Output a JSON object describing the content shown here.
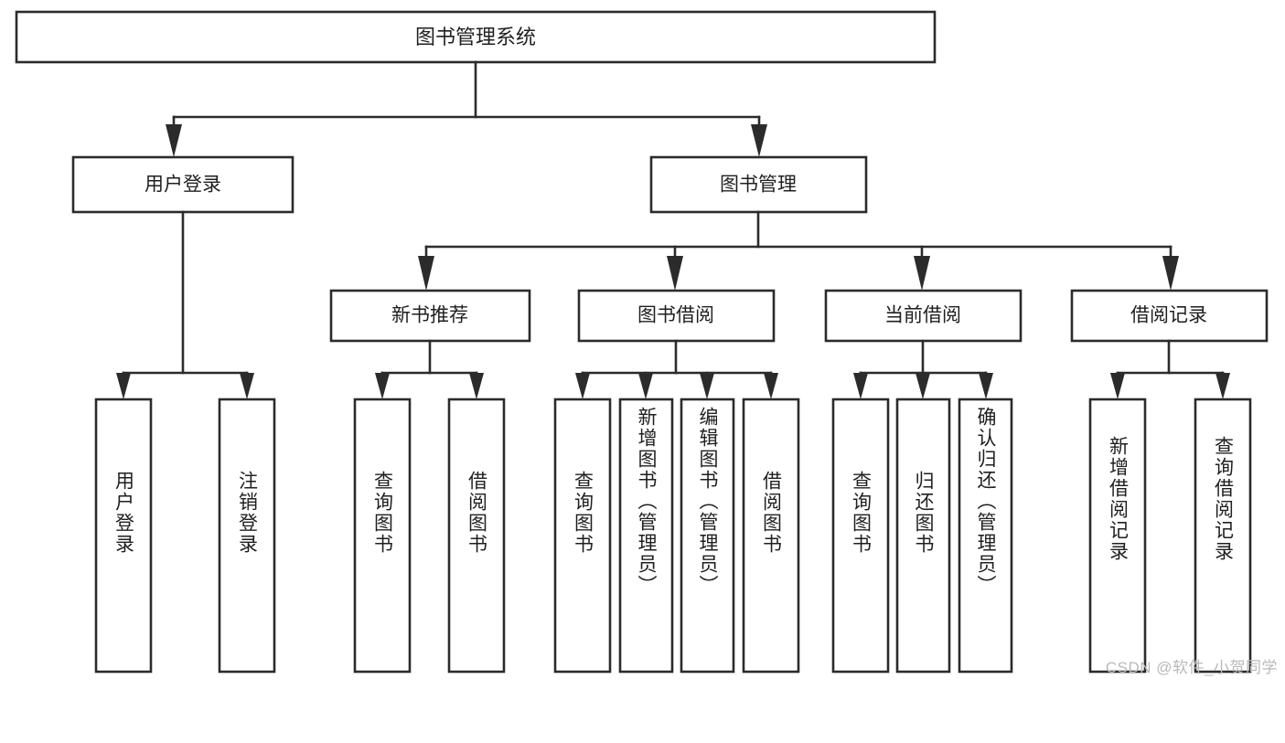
{
  "diagram": {
    "type": "tree-hierarchy-functional-decomposition",
    "title": "图书管理系统",
    "watermark": "CSDN @软件_小贺同学",
    "colors": {
      "background": "#ffffff",
      "stroke": "#2b2b2b",
      "box_fill": "#ffffff",
      "text": "#1f1f1f",
      "watermark_text": "#b9b9b9"
    },
    "levels": {
      "root": {
        "label": "图书管理系统"
      },
      "level2": [
        {
          "id": "user-login",
          "label": "用户登录"
        },
        {
          "id": "book-management",
          "label": "图书管理"
        }
      ],
      "level3": [
        {
          "id": "new-book-recommend",
          "label": "新书推荐",
          "parent": "book-management"
        },
        {
          "id": "book-borrow",
          "label": "图书借阅",
          "parent": "book-management"
        },
        {
          "id": "current-borrow",
          "label": "当前借阅",
          "parent": "book-management"
        },
        {
          "id": "borrow-record",
          "label": "借阅记录",
          "parent": "book-management"
        }
      ],
      "leaves": [
        {
          "id": "leaf-user-login",
          "label": "用户登录",
          "parent": "user-login"
        },
        {
          "id": "leaf-logout-login",
          "label": "注销登录",
          "parent": "user-login"
        },
        {
          "id": "leaf-query-book-1",
          "label": "查询图书",
          "parent": "new-book-recommend"
        },
        {
          "id": "leaf-borrow-book-1",
          "label": "借阅图书",
          "parent": "new-book-recommend"
        },
        {
          "id": "leaf-query-book-2",
          "label": "查询图书",
          "parent": "book-borrow"
        },
        {
          "id": "leaf-add-book",
          "label": "新增图书（管理员）",
          "parent": "book-borrow"
        },
        {
          "id": "leaf-edit-book",
          "label": "编辑图书（管理员）",
          "parent": "book-borrow"
        },
        {
          "id": "leaf-borrow-book-2",
          "label": "借阅图书",
          "parent": "book-borrow"
        },
        {
          "id": "leaf-query-book-3",
          "label": "查询图书",
          "parent": "current-borrow"
        },
        {
          "id": "leaf-return-book",
          "label": "归还图书",
          "parent": "current-borrow"
        },
        {
          "id": "leaf-confirm-return",
          "label": "确认归还（管理员）",
          "parent": "current-borrow"
        },
        {
          "id": "leaf-add-borrow-record",
          "label": "新增借阅记录",
          "parent": "borrow-record"
        },
        {
          "id": "leaf-query-borrow-record",
          "label": "查询借阅记录",
          "parent": "borrow-record"
        }
      ]
    }
  }
}
